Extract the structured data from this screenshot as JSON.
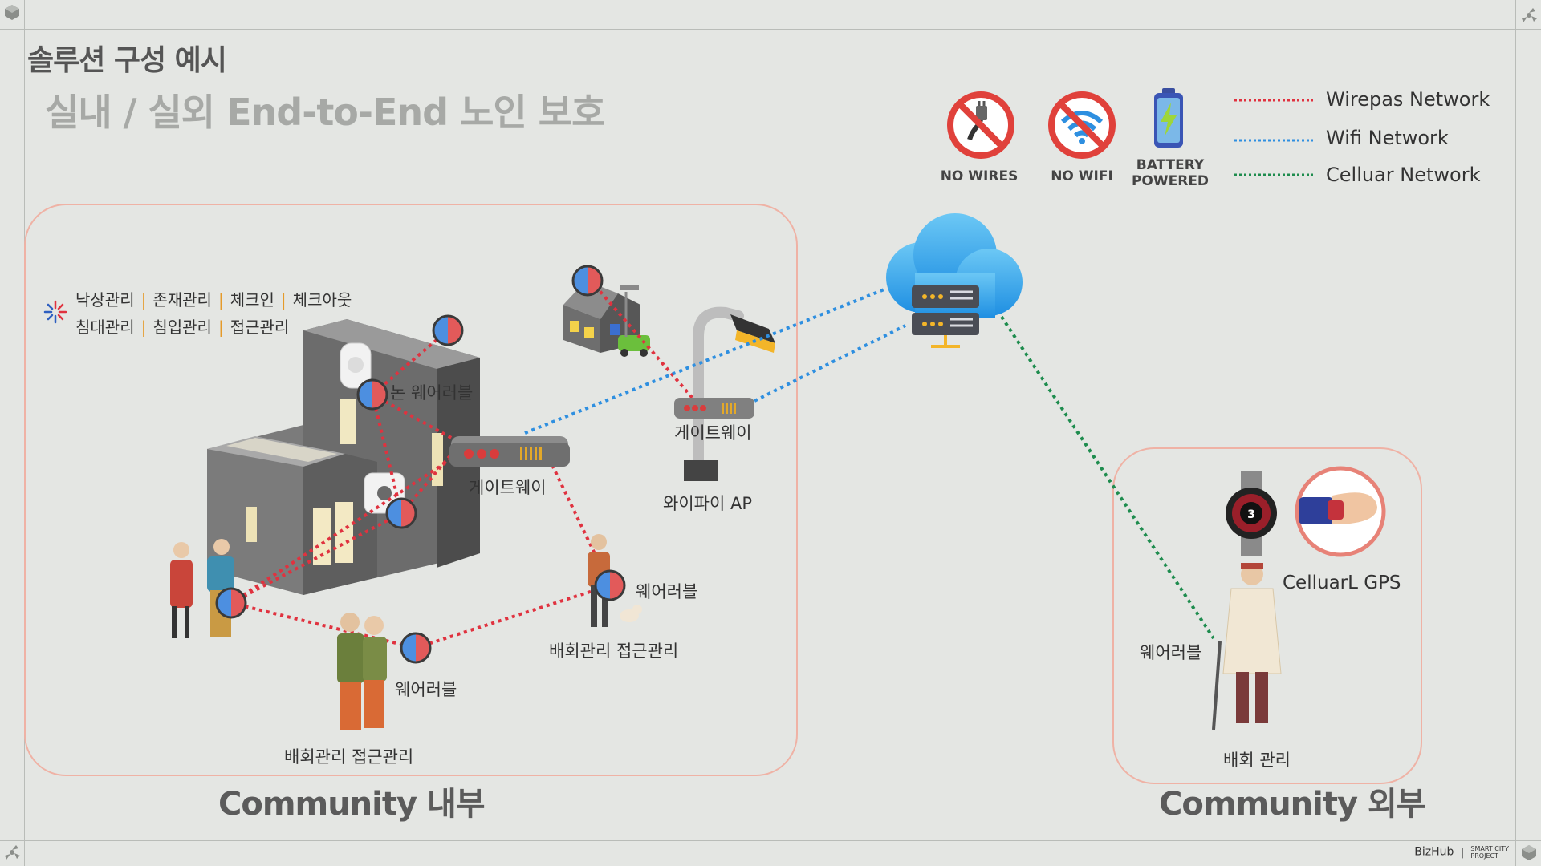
{
  "header": {
    "title": "솔루션 구성 예시",
    "subtitle": "실내 / 실외 End-to-End  노인 보호"
  },
  "legend": {
    "icons": [
      {
        "name": "no-wires-icon",
        "label": "NO WIRES"
      },
      {
        "name": "no-wifi-icon",
        "label": "NO WIFI"
      },
      {
        "name": "battery-icon",
        "label_line1": "BATTERY",
        "label_line2": "POWERED"
      }
    ],
    "lines": [
      {
        "label": "Wirepas Network",
        "color": "#e0323f"
      },
      {
        "label": "Wifi Network",
        "color": "#2e8fe0"
      },
      {
        "label": "Celluar Network",
        "color": "#1e8c4e"
      }
    ]
  },
  "inside": {
    "region_label": "Community 내부",
    "features_row1": [
      "낙상관리",
      "존재관리",
      "체크인",
      "체크아웃"
    ],
    "features_row2": [
      "침대관리",
      "침입관리",
      "접근관리"
    ],
    "non_wearable": "논 웨어러블",
    "gateway1": "게이트웨이",
    "gateway2": "게이트웨이",
    "wifi_ap": "와이파이 AP",
    "wearable_a": "웨어러블",
    "wearable_b": "웨어러블",
    "caption_a": "배회관리  접근관리",
    "caption_b": "배회관리  접근관리"
  },
  "outside": {
    "region_label": "Community 외부",
    "gps": "CelluarL GPS",
    "wearable": "웨어러블",
    "caption": "배회 관리",
    "watch_number": "3"
  },
  "footer": {
    "brand": "BizHub",
    "project_line1": "SMART CITY",
    "project_line2": "PROJECT"
  }
}
